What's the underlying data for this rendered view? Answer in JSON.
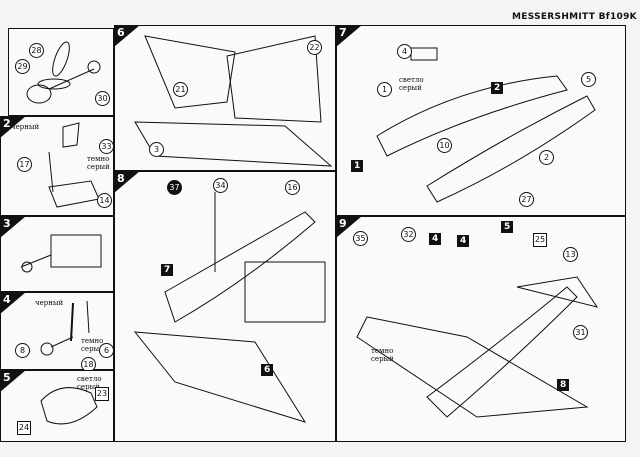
{
  "header": {
    "title": "MESSERSHMITT Bf109K"
  },
  "colors": {
    "black": "черный",
    "dark_gray": "темно серый",
    "light_gray": "светло серый"
  },
  "panels": {
    "p1": {
      "parts": [
        "28",
        "29",
        "30"
      ]
    },
    "p2": {
      "step": "2",
      "parts": [
        "33",
        "17",
        "14"
      ]
    },
    "p3": {
      "step": "3"
    },
    "p4": {
      "step": "4",
      "parts": [
        "8",
        "18",
        "6"
      ]
    },
    "p5": {
      "step": "5",
      "parts": [
        "23",
        "24"
      ]
    },
    "p6": {
      "step": "6",
      "parts": [
        "21",
        "22",
        "3"
      ]
    },
    "p7": {
      "step": "7",
      "parts": [
        "4",
        "1",
        "5",
        "10",
        "2",
        "27"
      ],
      "refs": [
        "2",
        "1"
      ]
    },
    "p8": {
      "step": "8",
      "parts": [
        "37",
        "34",
        "16"
      ],
      "refs": [
        "7",
        "6"
      ]
    },
    "p9": {
      "step": "9",
      "parts": [
        "35",
        "32",
        "25",
        "13",
        "31"
      ],
      "refs": [
        "4",
        "4",
        "5",
        "8"
      ]
    }
  }
}
